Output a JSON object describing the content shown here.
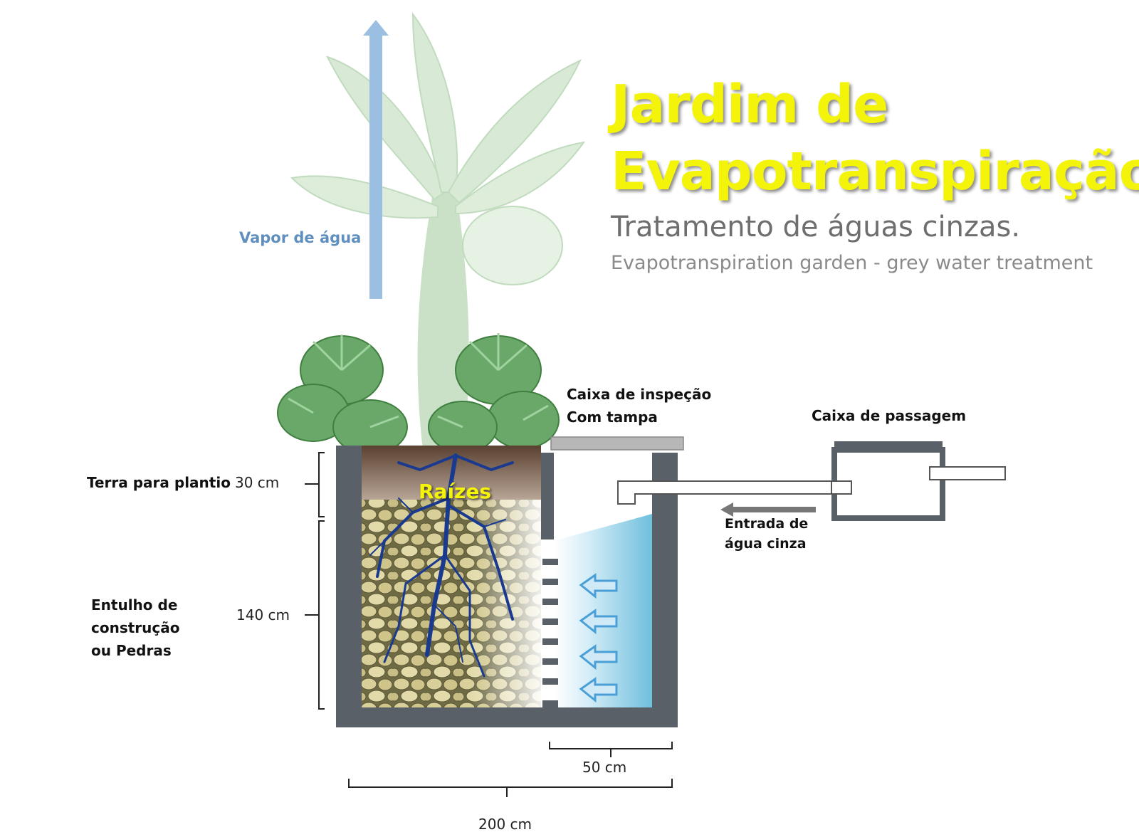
{
  "title": {
    "line1": "Jardim de",
    "line2": "Evapotranspiração",
    "subtitle": "Tratamento de águas cinzas.",
    "english": "Evapotranspiration garden - grey water treatment"
  },
  "labels": {
    "vapor": "Vapor de água",
    "roots": "Raízes",
    "soil_name": "Terra para plantio",
    "soil_depth": "30 cm",
    "rubble_line1": "Entulho de",
    "rubble_line2": "construção",
    "rubble_line3": "ou Pedras",
    "rubble_depth": "140 cm",
    "inspection_line1": "Caixa de inspeção",
    "inspection_line2": "Com tampa",
    "passage_box": "Caixa de passagem",
    "inlet_line1": "Entrada de",
    "inlet_line2": "água cinza",
    "inspection_width": "50 cm",
    "total_width": "200 cm"
  },
  "colors": {
    "title_yellow": "#f4f40a",
    "wall_gray": "#5a6068",
    "water_blue": "#7fc4de",
    "root_blue": "#1a3a8f",
    "vapor_arrow": "#9bbfe3",
    "plant_green": "#6aa86a"
  },
  "icons": {
    "vapor_arrow": "arrow-up-icon",
    "flow_arrows": "arrow-left-icon",
    "inlet_arrow": "arrow-left-icon"
  }
}
